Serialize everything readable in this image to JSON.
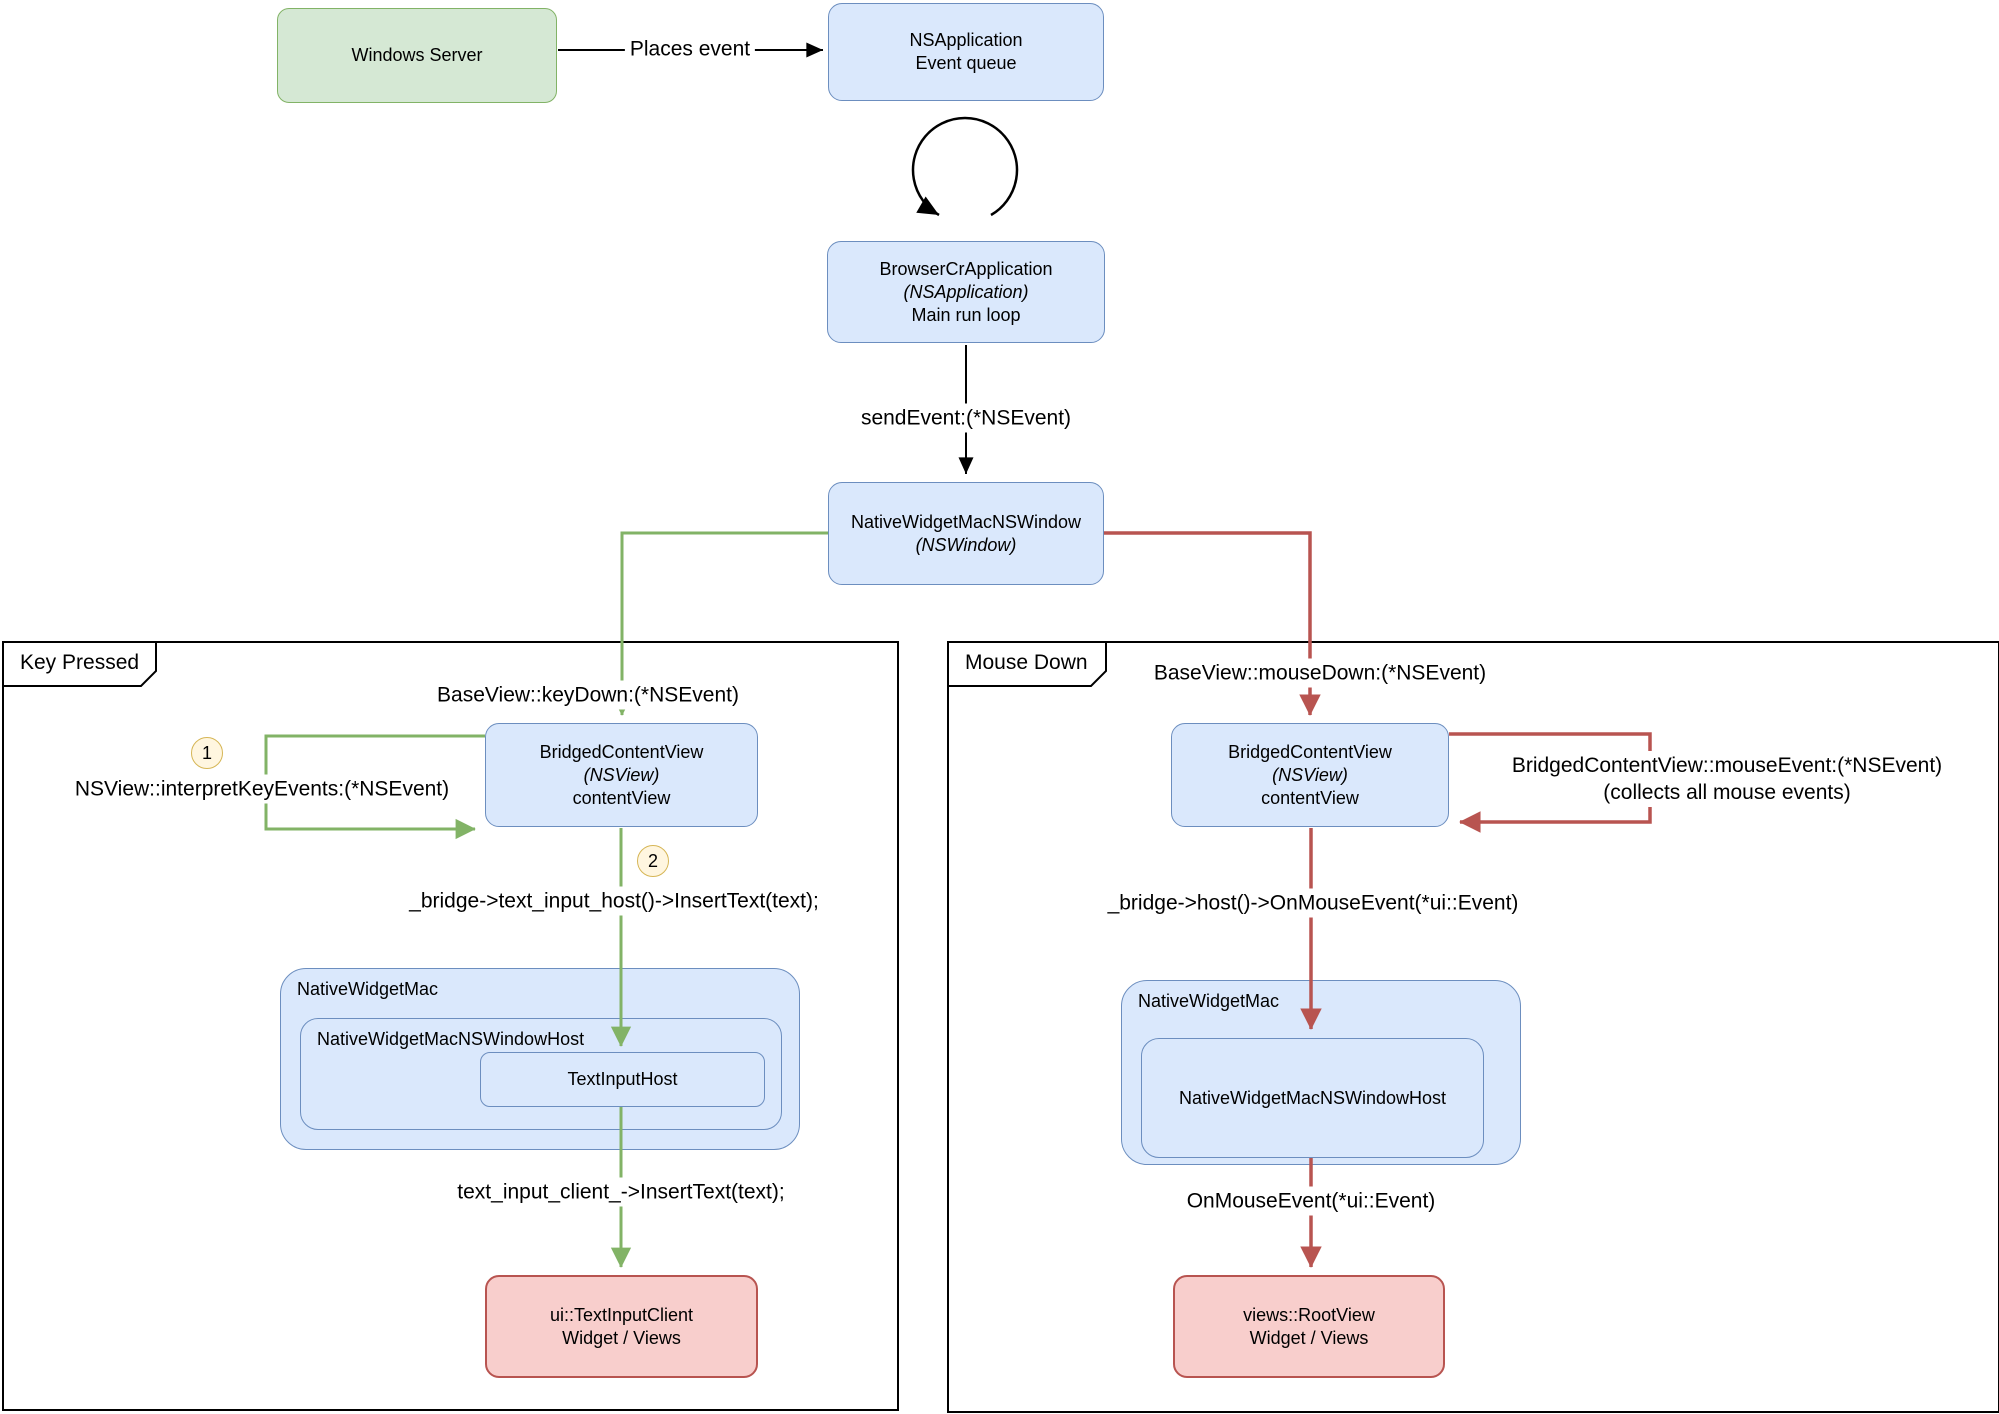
{
  "diagram": {
    "containers": {
      "key_pressed": {
        "title": "Key Pressed"
      },
      "mouse_down": {
        "title": "Mouse Down"
      }
    },
    "nodes": {
      "windows_server": {
        "label": "Windows Server"
      },
      "ns_application_event_queue": {
        "line1": "NSApplication",
        "line2": "Event queue"
      },
      "browser_cr_application": {
        "line1": "BrowserCrApplication",
        "line2": "(NSApplication)",
        "line3": "Main run loop"
      },
      "native_widget_mac_ns_window": {
        "line1": "NativeWidgetMacNSWindow",
        "line2": "(NSWindow)"
      },
      "bridged_content_view_key": {
        "line1": "BridgedContentView",
        "line2": "(NSView)",
        "line3": "contentView"
      },
      "bridged_content_view_mouse": {
        "line1": "BridgedContentView",
        "line2": "(NSView)",
        "line3": "contentView"
      },
      "native_widget_mac_key": {
        "label": "NativeWidgetMac"
      },
      "native_widget_mac_ns_window_host_key": {
        "label": "NativeWidgetMacNSWindowHost"
      },
      "text_input_host": {
        "label": "TextInputHost"
      },
      "native_widget_mac_mouse": {
        "label": "NativeWidgetMac"
      },
      "native_widget_mac_ns_window_host_mouse": {
        "label": "NativeWidgetMacNSWindowHost"
      },
      "ui_text_input_client": {
        "line1": "ui::TextInputClient",
        "line2": "Widget / Views"
      },
      "views_root_view": {
        "line1": "views::RootView",
        "line2": "Widget / Views"
      }
    },
    "edges": {
      "places_event": "Places event",
      "send_event": "sendEvent:(*NSEvent)",
      "key_down": "BaseView::keyDown:(*NSEvent)",
      "interpret_key_events": "NSView::interpretKeyEvents:(*NSEvent)",
      "insert_text_host": "_bridge->text_input_host()->InsertText(text);",
      "insert_text_client": "text_input_client_->InsertText(text);",
      "mouse_down_event": "BaseView::mouseDown:(*NSEvent)",
      "mouse_event_loop_line1": "BridgedContentView::mouseEvent:(*NSEvent)",
      "mouse_event_loop_line2": "(collects all mouse events)",
      "on_mouse_event_bridge": "_bridge->host()->OnMouseEvent(*ui::Event)",
      "on_mouse_event": "OnMouseEvent(*ui::Event)"
    },
    "badges": {
      "step1": "1",
      "step2": "2"
    },
    "colors": {
      "green_fill": "#d5e8d4",
      "green_stroke": "#82b366",
      "blue_fill": "#dae8fc",
      "blue_stroke": "#6c8ebf",
      "red_fill": "#f8cecc",
      "red_stroke": "#b85450",
      "arrow_black": "#000000",
      "arrow_green": "#82b366",
      "arrow_red": "#b85450",
      "badge_fill": "#fff6e0",
      "badge_stroke": "#d6b656"
    }
  }
}
